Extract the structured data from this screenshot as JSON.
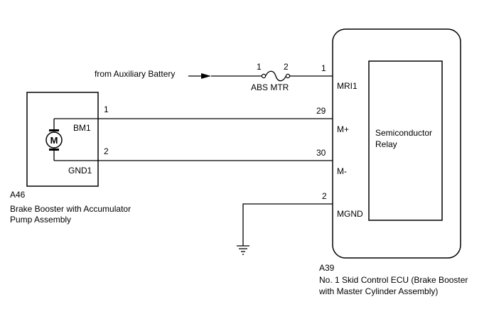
{
  "source": {
    "label": "from Auxiliary Battery"
  },
  "fuse": {
    "name": "ABS MTR",
    "pin_in": "1",
    "pin_out": "2"
  },
  "component_a46": {
    "code": "A46",
    "name_line1": "Brake Booster with Accumulator",
    "name_line2": "Pump Assembly",
    "motor_symbol": "M",
    "terminals": [
      {
        "label": "BM1",
        "pin": "1"
      },
      {
        "label": "GND1",
        "pin": "2"
      }
    ]
  },
  "component_a39": {
    "code": "A39",
    "name_line1": "No. 1 Skid Control ECU (Brake Booster",
    "name_line2": "with Master Cylinder Assembly)",
    "inner_block_line1": "Semiconductor",
    "inner_block_line2": "Relay",
    "terminals": [
      {
        "label": "MRI1",
        "pin": "1"
      },
      {
        "label": "M+",
        "pin": "29"
      },
      {
        "label": "M-",
        "pin": "30"
      },
      {
        "label": "MGND",
        "pin": "2"
      }
    ]
  },
  "ground": {
    "icon": "ground-icon"
  }
}
